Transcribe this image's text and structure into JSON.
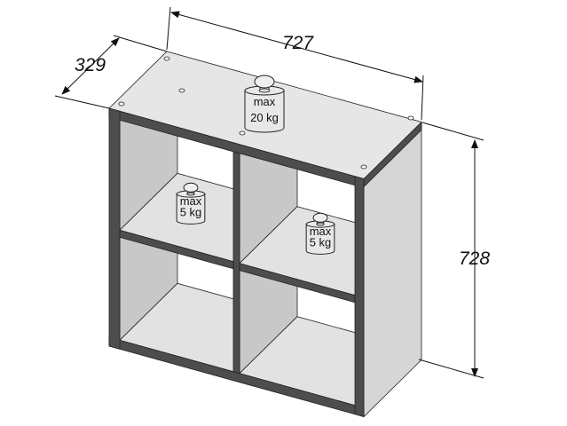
{
  "dimensions": {
    "width": "727",
    "depth": "329",
    "height": "728"
  },
  "weights": {
    "top": {
      "line1": "max",
      "line2": "20 kg"
    },
    "upper_left_shelf": {
      "line1": "max",
      "line2": "5 kg"
    },
    "middle_right_shelf": {
      "line1": "max",
      "line2": "5 kg"
    }
  },
  "colors": {
    "edge": "#4d4d4d",
    "top_face": "#e6e6e6",
    "inner_wall": "#c8c8c8",
    "shelf_face": "#e2e2e2",
    "side_panel": "#d6d6d6"
  }
}
